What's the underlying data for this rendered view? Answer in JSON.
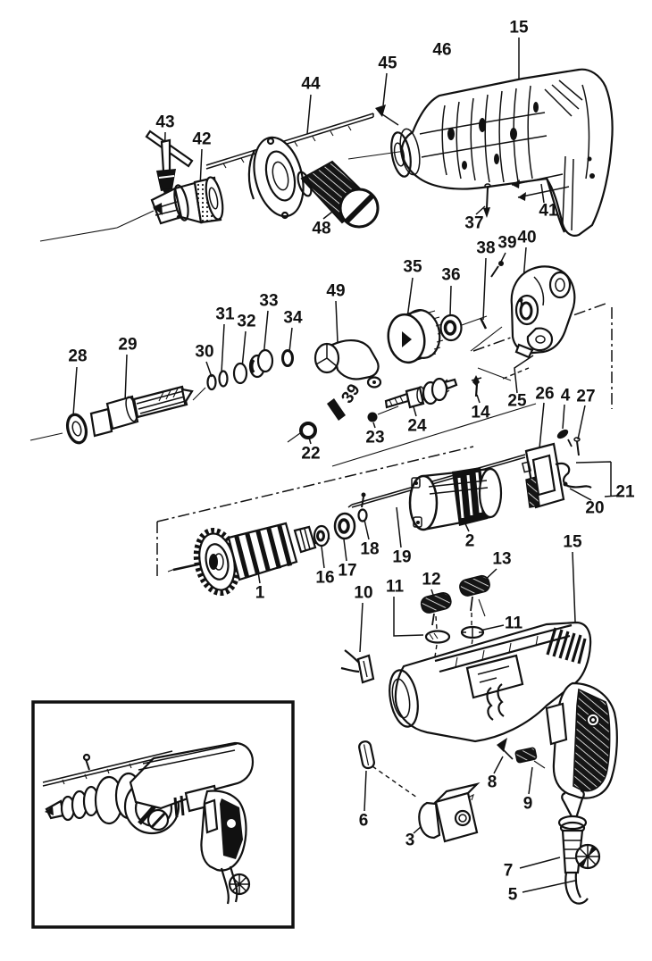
{
  "figure": {
    "kind": "exploded-parts-diagram",
    "subject": "electric hammer drill parts schematic with numbered callouts and assembled-unit inset",
    "ink": "#111111",
    "background": "#ffffff"
  },
  "callouts": [
    "43",
    "42",
    "44",
    "45",
    "46",
    "15",
    "48",
    "37",
    "41",
    "38",
    "39",
    "40",
    "35",
    "36",
    "49",
    "28",
    "29",
    "30",
    "31",
    "32",
    "33",
    "34",
    "39",
    "22",
    "23",
    "24",
    "14",
    "25",
    "26",
    "4",
    "27",
    "21",
    "20",
    "2",
    "19",
    "18",
    "17",
    "16",
    "1",
    "10",
    "11",
    "12",
    "13",
    "15",
    "11",
    "6",
    "3",
    "8",
    "9",
    "7",
    "5"
  ]
}
